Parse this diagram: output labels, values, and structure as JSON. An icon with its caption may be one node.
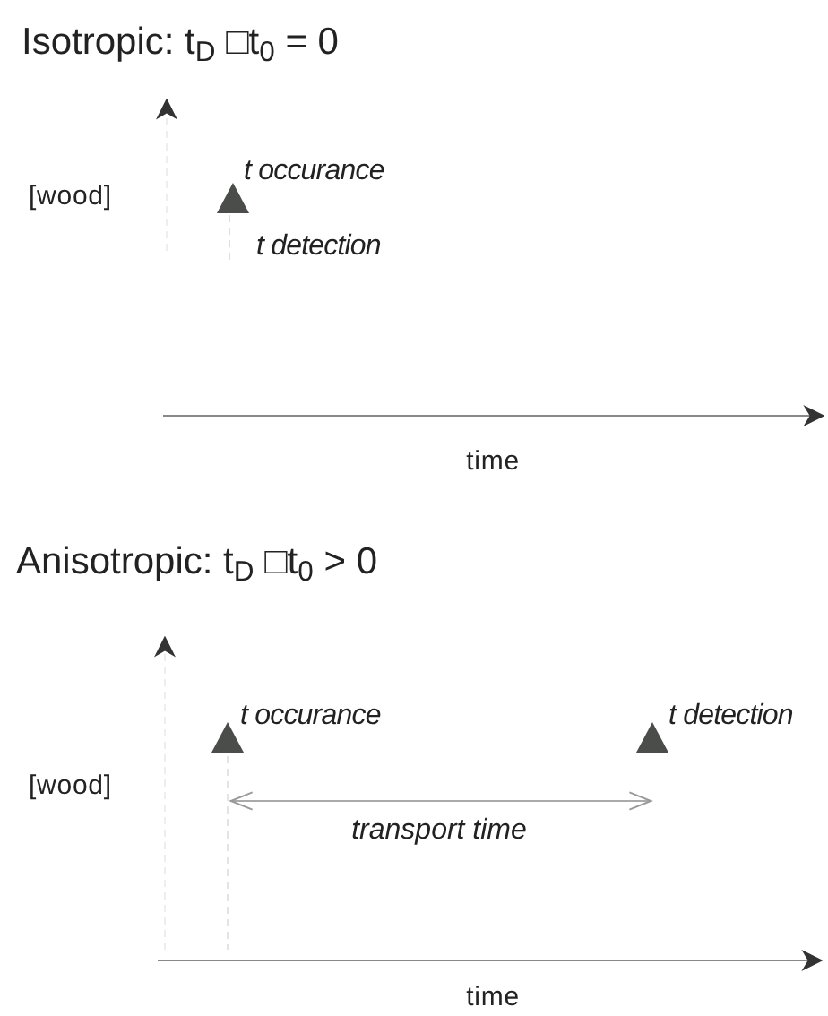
{
  "diagram": {
    "nodes": [
      {
        "text": [],
        "shape": "triangle",
        "beside": [
          "t occurance",
          "t detection"
        ]
      },
      {
        "text": [],
        "shape": "triangle",
        "beside": [
          "t occurance"
        ]
      },
      {
        "text": [],
        "shape": "triangle",
        "beside": [
          "t detection"
        ]
      }
    ],
    "edges": [],
    "labels": [
      "Isotropic: t$_{D}$ □t$_{0}$ = 0",
      "[wood]",
      "time",
      "Anisotropic: t$_{D}$ □t$_{0}$ > 0",
      "[wood]",
      "transport time",
      "time"
    ]
  }
}
